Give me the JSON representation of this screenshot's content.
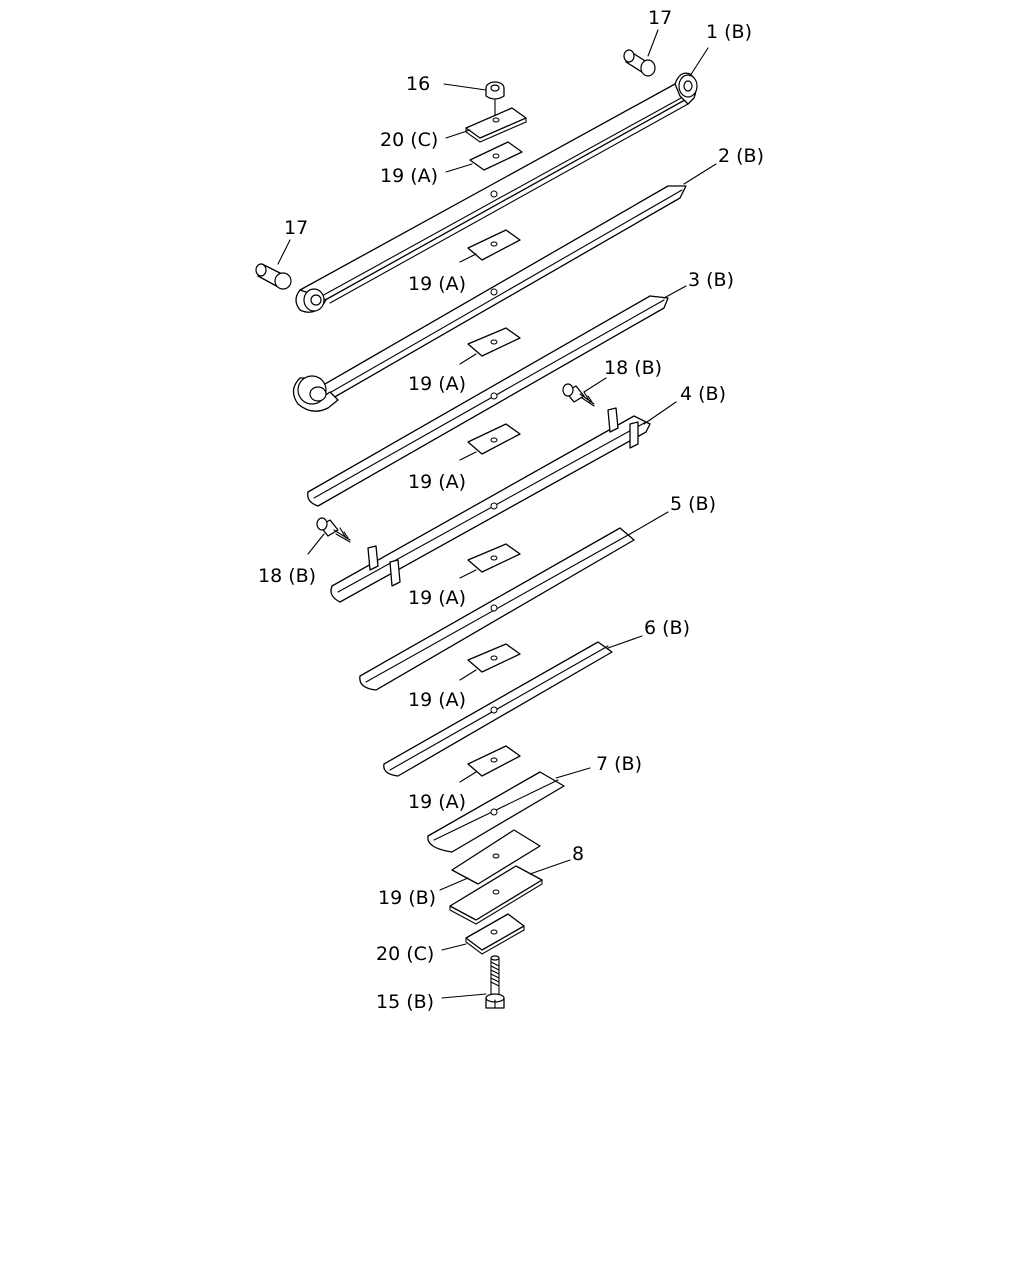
{
  "diagram": {
    "labels": {
      "p17_top": "17",
      "p1": "1 (B)",
      "p16": "16",
      "p20c_top": "20 (C)",
      "p19a_1": "19 (A)",
      "p2": "2 (B)",
      "p17_left": "17",
      "p19a_2": "19 (A)",
      "p3": "3 (B)",
      "p19a_3": "19 (A)",
      "p18b_right": "18 (B)",
      "p4": "4 (B)",
      "p19a_4": "19 (A)",
      "p5": "5 (B)",
      "p18b_left": "18 (B)",
      "p19a_5": "19 (A)",
      "p6": "6 (B)",
      "p19a_6": "19 (A)",
      "p7": "7 (B)",
      "p19a_7": "19 (A)",
      "p8": "8",
      "p19b": "19 (B)",
      "p20c_bottom": "20 (C)",
      "p15b": "15 (B)"
    }
  }
}
